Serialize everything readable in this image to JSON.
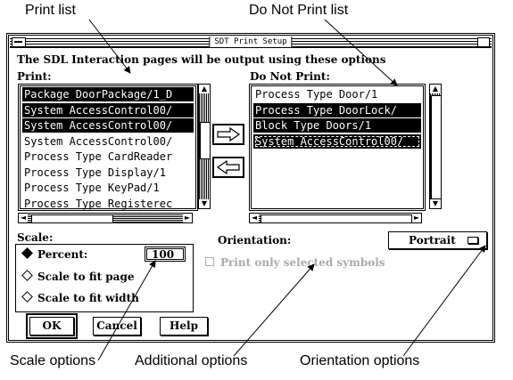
{
  "annotations": {
    "print_list": "Print list",
    "do_not_print_list": "Do Not Print list",
    "scale_options": "Scale options",
    "additional_options": "Additional options",
    "orientation_options": "Orientation options"
  },
  "window": {
    "title": "SDT Print Setup",
    "header": "The SDL Interaction pages will be output using these options"
  },
  "print_list": {
    "label": "Print:",
    "items": [
      {
        "text": "Package DoorPackage/1_D",
        "selected": true
      },
      {
        "text": "System AccessControl00/",
        "selected": true
      },
      {
        "text": "System AccessControl00/",
        "selected": true
      },
      {
        "text": "System AccessControl00/",
        "selected": false
      },
      {
        "text": "Process Type CardReader",
        "selected": false
      },
      {
        "text": "Process Type Display/1",
        "selected": false
      },
      {
        "text": "Process Type KeyPad/1",
        "selected": false
      },
      {
        "text": "Process Type Registerec",
        "selected": false
      }
    ]
  },
  "do_not_print_list": {
    "label": "Do Not Print:",
    "items": [
      {
        "text": "Process Type Door/1",
        "selected": false
      },
      {
        "text": "Process Type DoorLock/",
        "selected": true
      },
      {
        "text": "Block Type Doors/1",
        "selected": true
      },
      {
        "text": "System AccessControl00/",
        "selected": true
      }
    ]
  },
  "scale": {
    "label": "Scale:",
    "options": [
      "Percent:",
      "Scale to fit page",
      "Scale to fit width"
    ],
    "selected_index": 0,
    "percent_value": "100"
  },
  "orientation": {
    "label": "Orientation:",
    "value": "Portrait"
  },
  "checkbox": {
    "label": "Print only selected symbols",
    "checked": false,
    "enabled": false
  },
  "buttons": {
    "ok": "OK",
    "cancel": "Cancel",
    "help": "Help"
  }
}
